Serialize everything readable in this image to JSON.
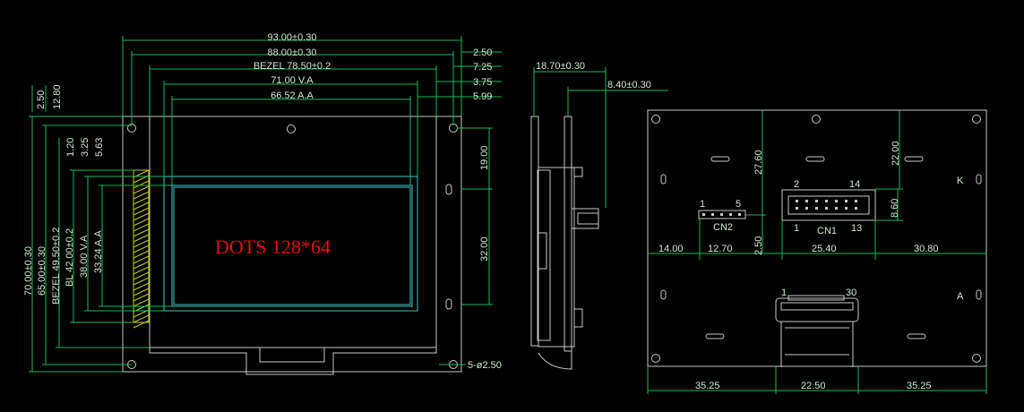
{
  "front": {
    "h_dims": [
      "93.00±0.30",
      "88.00±0.30",
      "BEZEL 78.50±0.2",
      "71.00 V.A",
      "66.52 A.A"
    ],
    "h_dims_right": [
      "2.50",
      "7.25",
      "3.75",
      "5.99"
    ],
    "v_dims_left": [
      "70.00±0.30",
      "65.00±0.30",
      "BEZEL 49.50±0.2",
      "BL 42.00±0.2",
      "38.00 V.A",
      "33.24 A.A"
    ],
    "v_top_left": [
      "2.50",
      "12.80",
      "1.20",
      "3.25",
      "5.63"
    ],
    "v_right": [
      "19.00",
      "32.00"
    ],
    "holes": "5-ø2.50",
    "dots": "DOTS 128*64"
  },
  "side": {
    "d1": "18.70±0.30",
    "d2": "8.40±0.30"
  },
  "back": {
    "cn1_pin_top_left": "2",
    "cn1_pin_top_right": "14",
    "cn1_pin_bottom_left": "1",
    "cn1_pin_bottom_right": "13",
    "cn1_label": "CN1",
    "cn2_pin_left": "1",
    "cn2_pin_right": "5",
    "cn2_label": "CN2",
    "v_dims": [
      "27.60",
      "22.00",
      "8.60",
      "2.50"
    ],
    "h_dims_mid": [
      "14.00",
      "12.70",
      "25.40",
      "30.80"
    ],
    "h_dims_bottom": [
      "35.25",
      "22.50",
      "35.25"
    ],
    "fpc_pin_left": "1",
    "fpc_pin_right": "30",
    "label_k": "K",
    "label_a": "A"
  }
}
